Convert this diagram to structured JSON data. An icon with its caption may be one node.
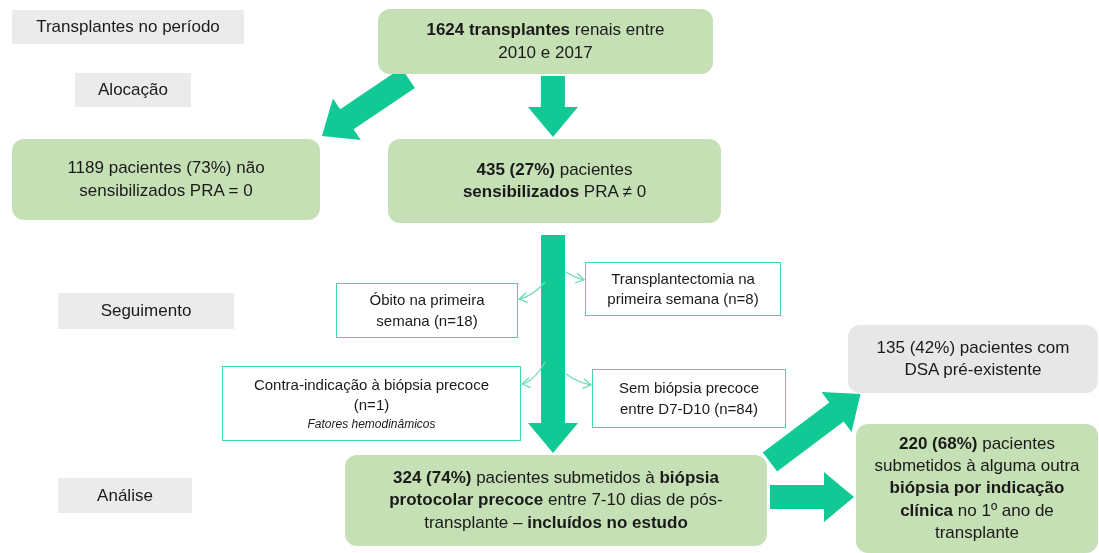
{
  "diagram": {
    "nodes": [
      {
        "text": [
          "Transplantes no período"
        ]
      },
      {
        "text": [
          "Alocação"
        ]
      },
      {
        "text": [
          "Seguimento"
        ]
      },
      {
        "text": [
          "Análise"
        ]
      },
      {
        "text": [
          "**1624 transplantes** renais entre 2010 e 2017"
        ]
      },
      {
        "text": [
          "1189 pacientes (73%) não sensibilizados PRA = 0"
        ]
      },
      {
        "text": [
          "**435 (27%)** pacientes **sensibilizados** PRA ≠ 0"
        ]
      },
      {
        "text": [
          "Óbito na primeira semana (n=18)"
        ]
      },
      {
        "text": [
          "Transplantectomia na primeira semana (n=8)"
        ]
      },
      {
        "text": [
          "Contra-indicação à biópsia precoce (n=1)",
          "Fatores hemodinâmicos"
        ]
      },
      {
        "text": [
          "Sem biópsia precoce entre D7-D10 (n=84)"
        ]
      },
      {
        "text": [
          "**324 (74%)** pacientes submetidos à **biópsia protocolar precoce** entre 7-10 dias de pós-transplante – **incluídos no estudo**"
        ]
      },
      {
        "text": [
          "135 (42%) pacientes com DSA pré-existente"
        ]
      },
      {
        "text": [
          "**220 (68%)** pacientes submetidos à alguma outra **biópsia por indicação clínica** no 1º ano de transplante"
        ]
      }
    ],
    "edges": [
      {
        "from": 4,
        "to": 5,
        "arrow": "to",
        "style": "thick"
      },
      {
        "from": 4,
        "to": 6,
        "arrow": "to",
        "style": "thick"
      },
      {
        "from": 6,
        "to": 11,
        "arrow": "to",
        "style": "thick"
      },
      {
        "from": null,
        "to": 7,
        "arrow": "to",
        "color": "#6fdcbb"
      },
      {
        "from": null,
        "to": 8,
        "arrow": "to",
        "color": "#6fdcbb"
      },
      {
        "from": null,
        "to": 9,
        "arrow": "to",
        "color": "#6fdcbb"
      },
      {
        "from": null,
        "to": 10,
        "arrow": "to",
        "color": "#6fdcbb"
      },
      {
        "from": 11,
        "to": 12,
        "arrow": "to",
        "style": "thick"
      },
      {
        "from": 11,
        "to": 13,
        "arrow": "to",
        "style": "thick"
      }
    ]
  }
}
